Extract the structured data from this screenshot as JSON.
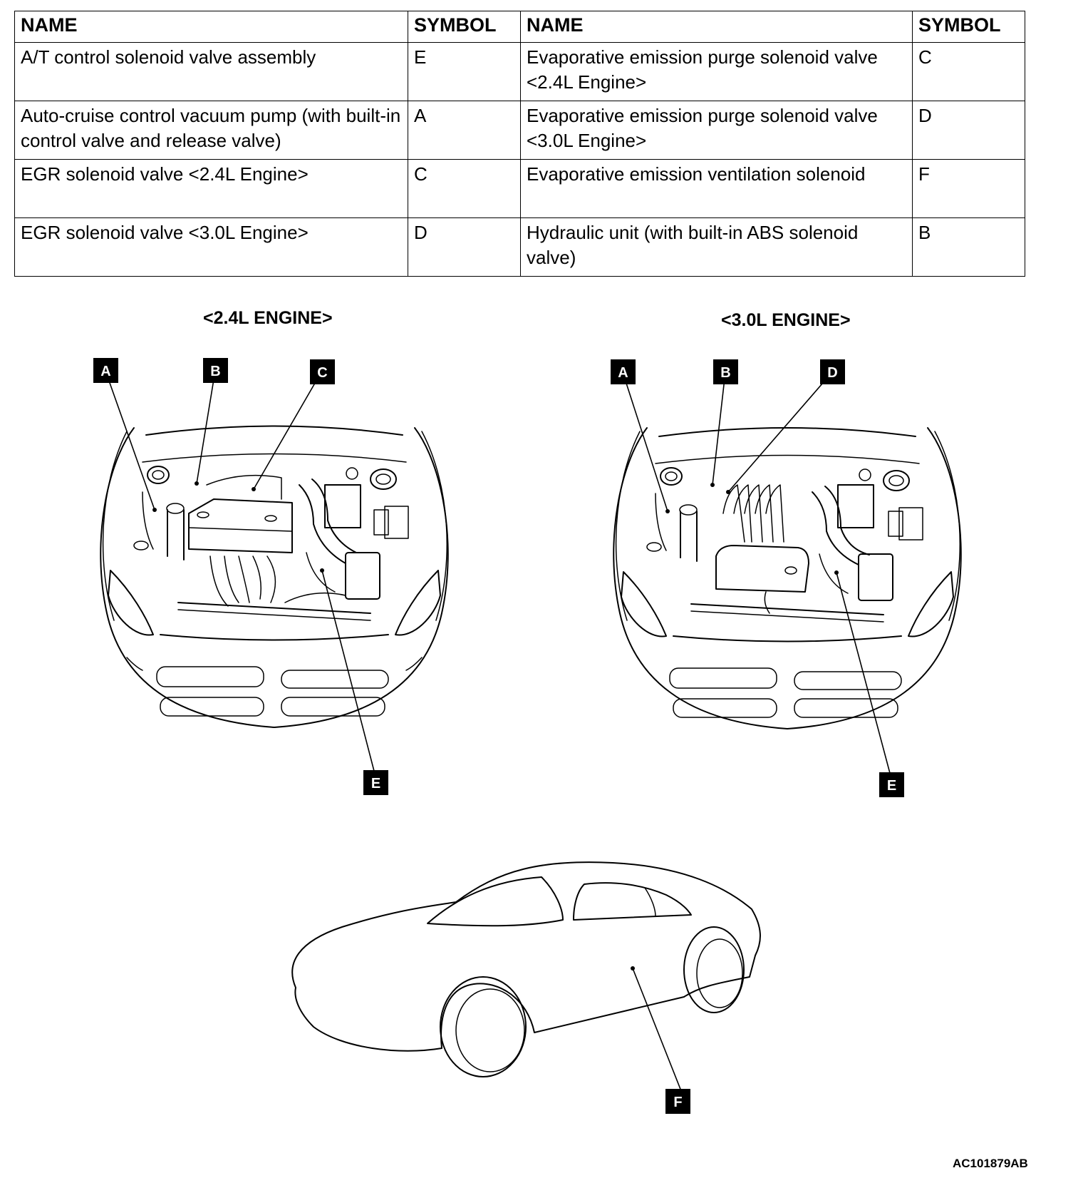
{
  "table": {
    "headers": [
      "NAME",
      "SYMBOL",
      "NAME",
      "SYMBOL"
    ],
    "rows": [
      [
        "A/T control solenoid valve assembly",
        "E",
        "Evaporative emission purge solenoid valve <2.4L Engine>",
        "C"
      ],
      [
        "Auto-cruise control vacuum pump (with built-in control valve and release valve)",
        "A",
        "Evaporative emission purge solenoid valve <3.0L Engine>",
        "D"
      ],
      [
        "EGR solenoid valve <2.4L Engine>",
        "C",
        "Evaporative emission ventilation solenoid",
        "F"
      ],
      [
        "EGR solenoid valve <3.0L Engine>",
        "D",
        "Hydraulic unit (with built-in ABS solenoid valve)",
        "B"
      ]
    ]
  },
  "diagrams": {
    "engine_24": {
      "title": "<2.4L ENGINE>",
      "labels": {
        "a": "A",
        "b": "B",
        "c": "C",
        "e": "E"
      }
    },
    "engine_30": {
      "title": "<3.0L ENGINE>",
      "labels": {
        "a": "A",
        "b": "B",
        "d": "D",
        "e": "E"
      }
    },
    "car_side": {
      "labels": {
        "f": "F"
      }
    }
  },
  "diagram_code": "AC101879AB"
}
